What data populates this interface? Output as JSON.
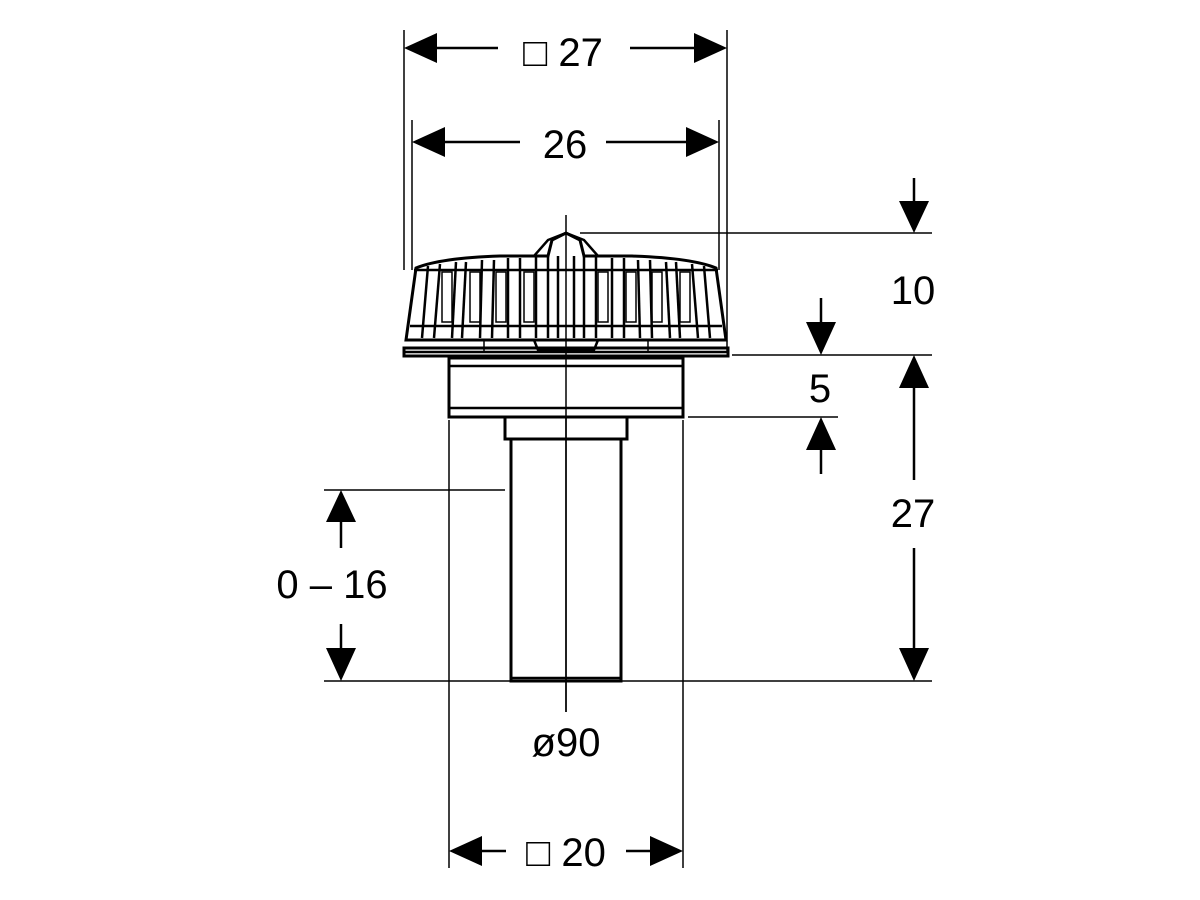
{
  "diagram": {
    "dimensions": {
      "top_outer": "□ 27",
      "top_inner": "26",
      "dome_height": "10",
      "flange_height": "5",
      "total_height": "27",
      "adjust_range": "0 – 16",
      "pipe_diameter": "ø90",
      "bottom_width": "□ 20"
    },
    "colors": {
      "line": "#000000",
      "background": "#ffffff"
    }
  }
}
